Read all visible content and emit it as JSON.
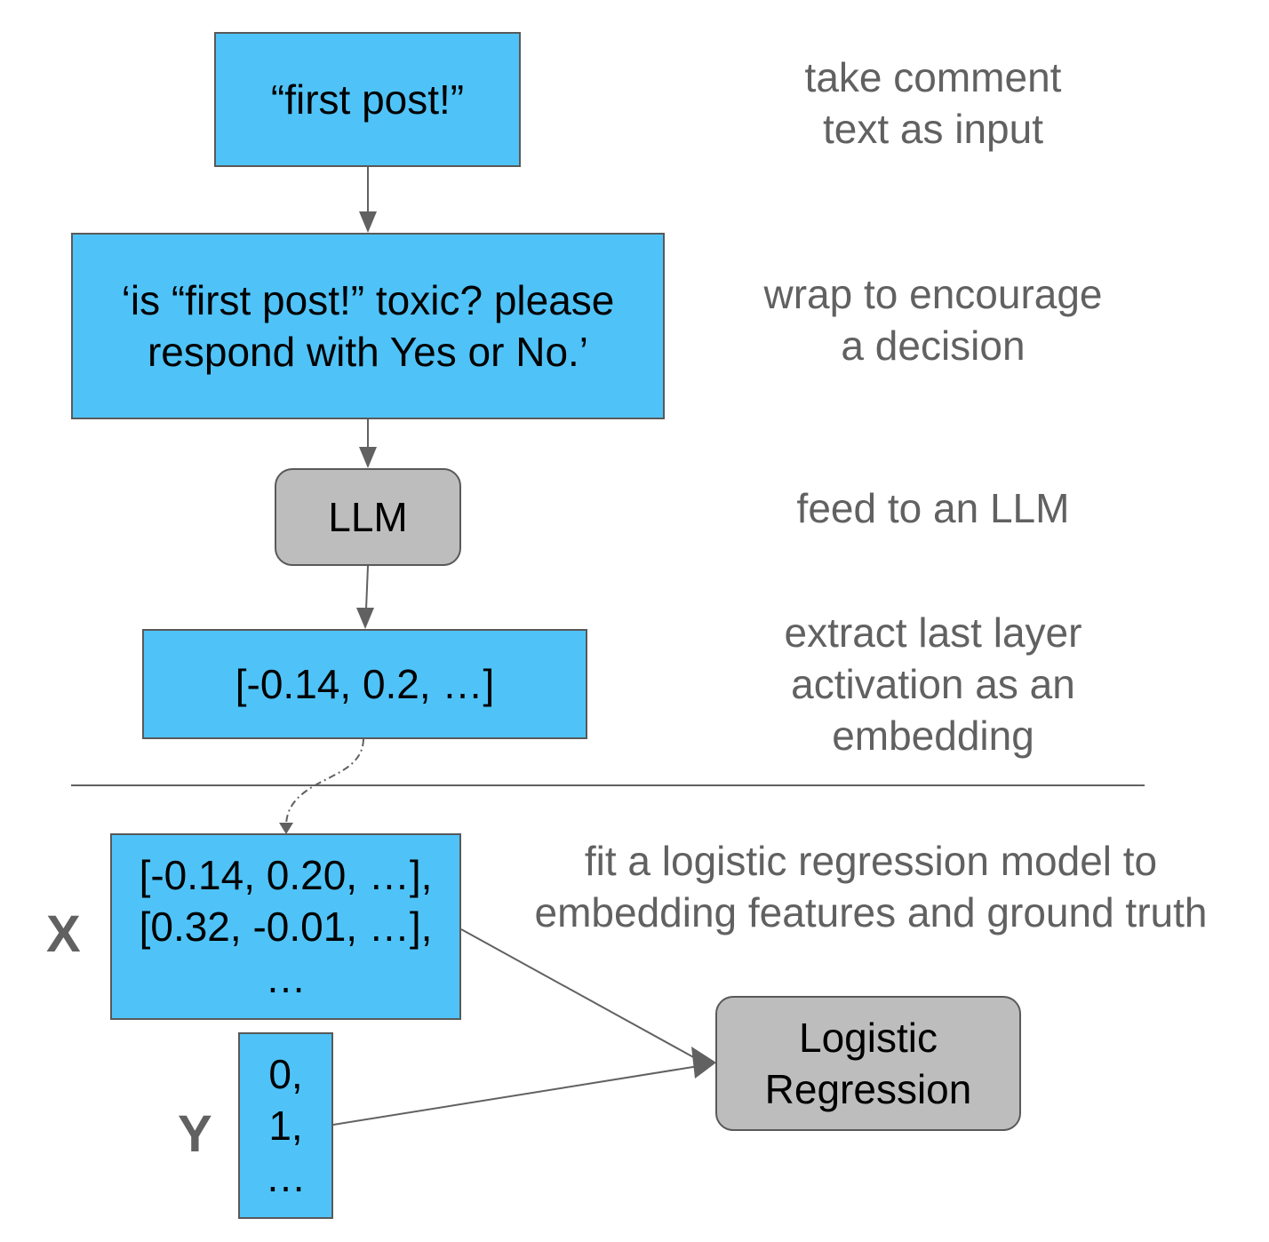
{
  "steps": [
    {
      "box_text": [
        "“first post!”"
      ],
      "note": [
        "take comment",
        "text as input"
      ]
    },
    {
      "box_text": [
        "‘is “first post!” toxic? please",
        "respond with Yes or No.’"
      ],
      "note": [
        "wrap to encourage",
        "a decision"
      ]
    },
    {
      "box_text": [
        "LLM"
      ],
      "note": [
        "feed to an LLM"
      ]
    },
    {
      "box_text": [
        "[-0.14, 0.2, …]"
      ],
      "note": [
        "extract last layer",
        "activation as an",
        "embedding"
      ]
    }
  ],
  "fit": {
    "note": [
      "fit a logistic regression model to",
      "embedding features and ground truth"
    ],
    "x_label": "X",
    "x_rows": [
      "[-0.14, 0.20, …],",
      "[0.32, -0.01, …],",
      "…"
    ],
    "y_label": "Y",
    "y_rows": [
      "0,",
      "1,",
      "…"
    ],
    "model_text": [
      "Logistic",
      "Regression"
    ]
  },
  "colors": {
    "data_box": "#4fc3f7",
    "model_box": "#bdbdbd",
    "annotation_text": "#616161",
    "connector": "#616161"
  }
}
